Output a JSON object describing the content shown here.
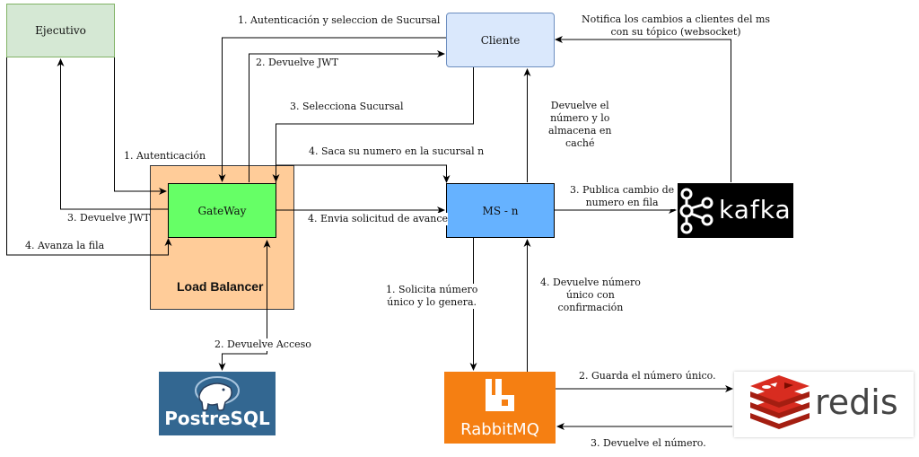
{
  "nodes": {
    "ejecutivo": "Ejecutivo",
    "cliente": "Cliente",
    "gateway": "GateWay",
    "load_balancer": "Load Balancer",
    "ms": "MS - n",
    "postgres": "PostreSQL",
    "rabbitmq": "RabbitMQ",
    "kafka": "kafka",
    "redis": "redis"
  },
  "edges": {
    "auth_select_branch": "1. Autenticación y seleccion de Sucursal",
    "returns_jwt_client": "2. Devuelve JWT",
    "select_branch": "3. Selecciona Sucursal",
    "take_number": "4. Saca su numero en la sucursal n",
    "exec_auth": "1. Autenticación",
    "exec_returns_jwt": "3. Devuelve JWT",
    "exec_advance": "4. Avanza la fila",
    "send_advance": "4. Envia solicitud de avance",
    "returns_access": "2. Devuelve Acceso",
    "request_unique": [
      "1. Solicita número",
      "único y lo genera."
    ],
    "returns_unique": [
      "4. Devuelve número",
      "único con",
      "confirmación"
    ],
    "publish_change": [
      "3. Publica cambio de",
      "numero en fila"
    ],
    "returns_number_store": [
      "Devuelve el",
      "número y lo",
      "almacena en",
      "caché"
    ],
    "notify_clients": [
      "Notifica los cambios a clientes del ms",
      "con su tópico (websocket)"
    ],
    "save_unique": "2. Guarda el número único.",
    "returns_number": "3. Devuelve el número."
  },
  "colors": {
    "ejecutivo_fill": "#d5e8d4",
    "ejecutivo_stroke": "#82b366",
    "cliente_fill": "#dae8fc",
    "cliente_stroke": "#6c8ebf",
    "gateway_fill": "#66ff66",
    "lb_fill": "#ffcc99",
    "lb_stroke": "#36393d",
    "ms_fill": "#66b2ff",
    "postgres_fill": "#336791",
    "rabbit_fill": "#f57f12",
    "kafka_fill": "#000000",
    "redis_red": "#d82c20"
  },
  "icons": [
    "postgres-elephant-icon",
    "rabbitmq-icon",
    "kafka-icon",
    "redis-cube-icon"
  ]
}
